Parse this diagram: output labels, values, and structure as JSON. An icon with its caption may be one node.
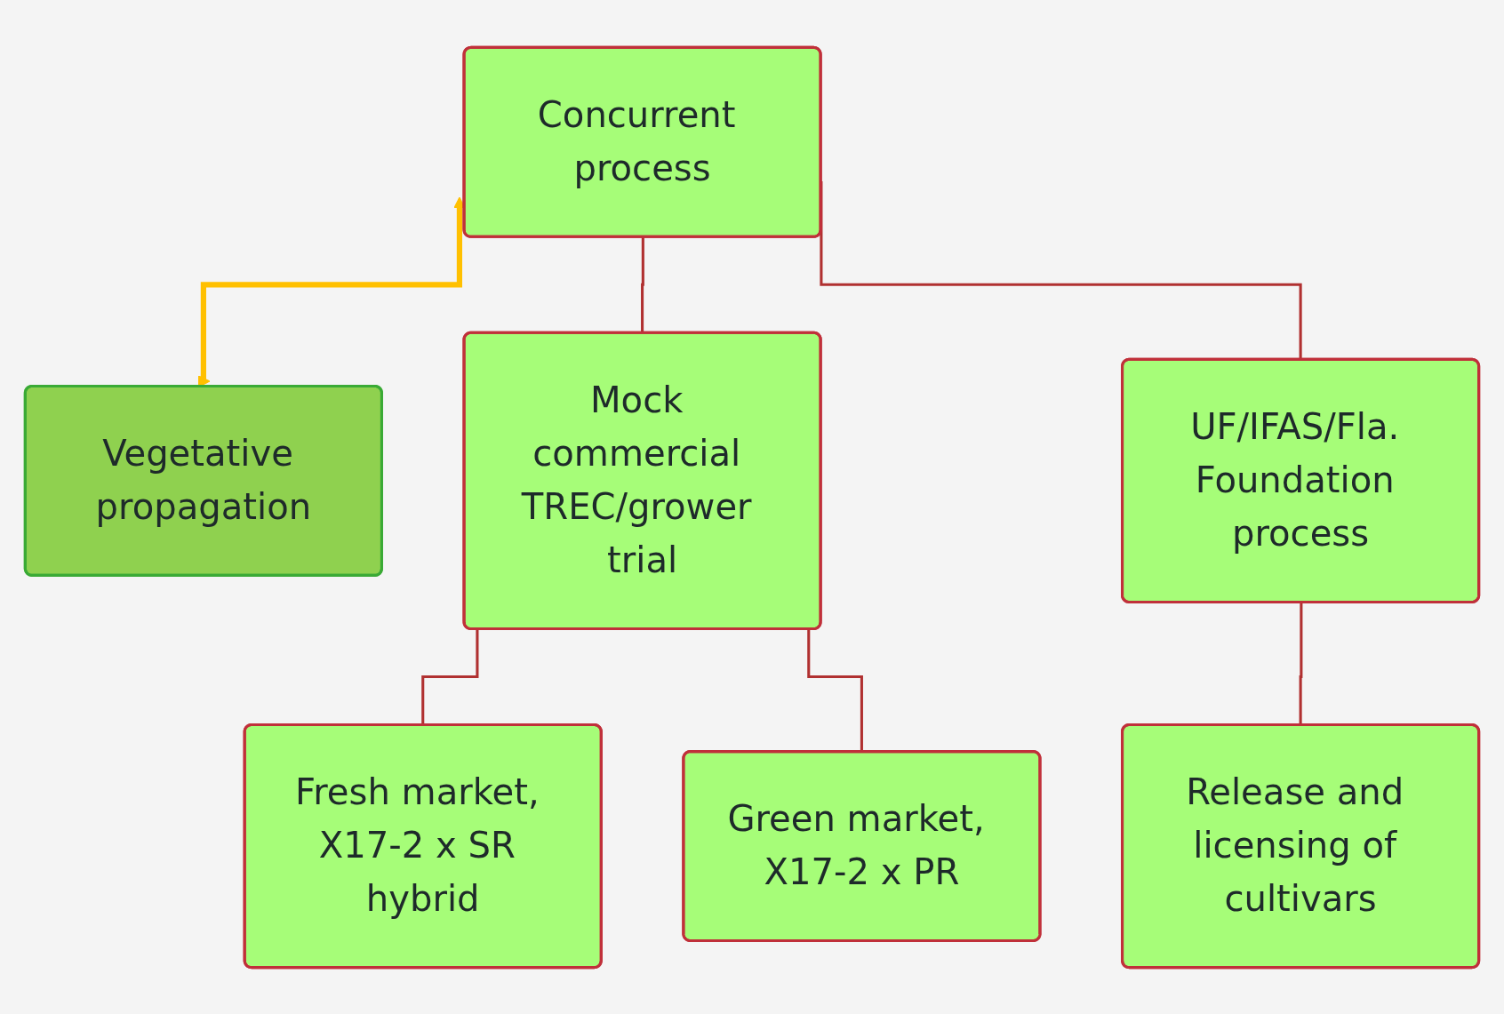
{
  "diagram": {
    "nodes": [
      {
        "text": [
          "Concurrent process"
        ]
      },
      {
        "text": [
          "Vegetative propagation"
        ]
      },
      {
        "text": [
          "Mock commercial TREC/grower trial"
        ]
      },
      {
        "text": [
          "UF/IFAS/Fla. Foundation process"
        ]
      },
      {
        "text": [
          "Fresh market, X17-2 x SR hybrid"
        ]
      },
      {
        "text": [
          "Green market, X17-2 x PR"
        ]
      },
      {
        "text": [
          "Release and licensing of cultivars"
        ]
      }
    ],
    "edges": [
      {
        "from": 0,
        "to": 1,
        "arrow": "both",
        "color": "#ffc000",
        "style": "thick"
      },
      {
        "from": 0,
        "to": 2,
        "arrow": "none"
      },
      {
        "from": 0,
        "to": 3,
        "arrow": "none"
      },
      {
        "from": 2,
        "to": 4,
        "arrow": "none"
      },
      {
        "from": 2,
        "to": 5,
        "arrow": "none"
      },
      {
        "from": 3,
        "to": 6,
        "arrow": "none"
      }
    ]
  }
}
